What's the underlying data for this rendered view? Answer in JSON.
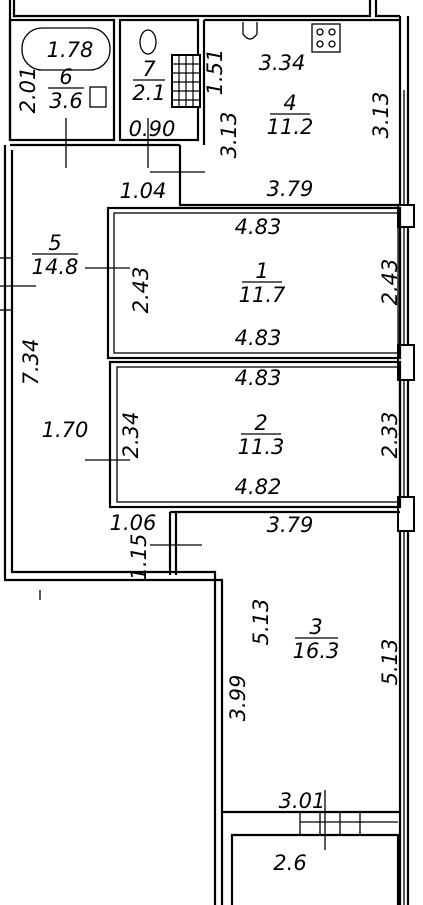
{
  "rooms": {
    "r1": {
      "number": "1",
      "area": "11.7"
    },
    "r2": {
      "number": "2",
      "area": "11.3"
    },
    "r3": {
      "number": "3",
      "area": "16.3"
    },
    "r4": {
      "number": "4",
      "area": "11.2"
    },
    "r5": {
      "number": "5",
      "area": "14.8"
    },
    "r6": {
      "number": "6",
      "area": "3.6"
    },
    "r7": {
      "number": "7",
      "area": "2.1"
    },
    "balcony": {
      "area": "2.6"
    }
  },
  "dimensions": {
    "bath_width": "1.78",
    "bath_height": "2.01",
    "wc_depth": "1.51",
    "wc_width": "0.90",
    "kitchen_top": "3.34",
    "kitchen_left": "3.13",
    "kitchen_right": "3.13",
    "kitchen_bottom": "3.79",
    "corridor_top": "1.04",
    "r1_top": "4.83",
    "r1_bottom": "4.83",
    "r1_left": "2.43",
    "r1_right": "2.43",
    "r2_top": "4.83",
    "r2_bottom": "4.82",
    "r2_left": "2.34",
    "r2_right": "2.33",
    "hall_length": "7.34",
    "hall_width": "1.70",
    "corridor_bottom": "1.06",
    "corridor_side": "1.15",
    "r3_top": "3.79",
    "r3_left_upper": "5.13",
    "r3_right": "5.13",
    "r3_left_lower": "3.99",
    "balcony_width": "3.01"
  }
}
